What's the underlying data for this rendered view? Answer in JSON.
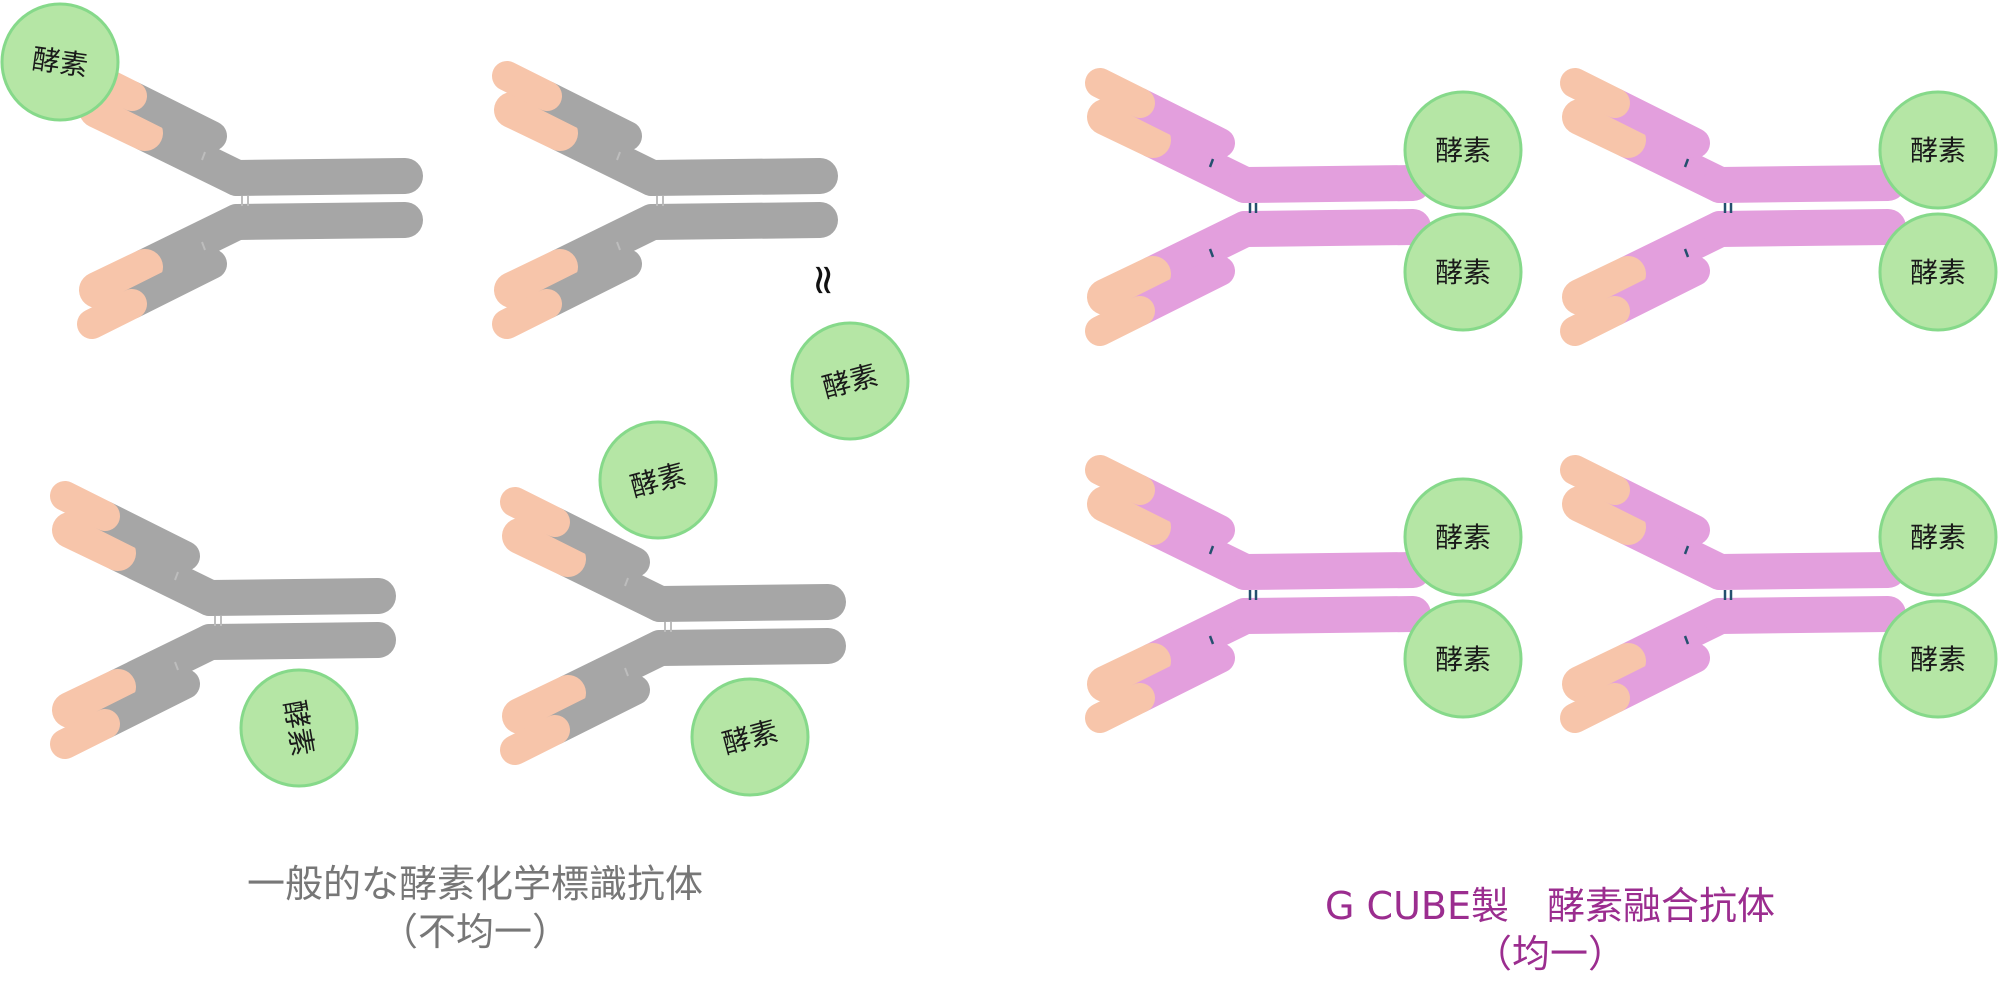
{
  "colors": {
    "heavy_gray": "#a6a6a6",
    "heavy_pink": "#e39fdd",
    "light_tip": "#f7c5aa",
    "enzyme_fill": "#b5e6a5",
    "enzyme_stroke": "#86d98a",
    "disulfide_gray": "#bdbdbd",
    "disulfide_blue": "#24506e",
    "caption_left": "#777777",
    "caption_right": "#9b2d8f"
  },
  "enzyme_label": "酵素",
  "squiggle": "≈",
  "captions": {
    "left": {
      "line1": "一般的な酵素化学標識抗体",
      "line2": "（不均一）"
    },
    "right": {
      "line1": "G CUBE製　酵素融合抗体",
      "line2": "（均一）"
    }
  },
  "panels": {
    "left": {
      "name": "heterogeneous",
      "antibody_count": 4,
      "enzyme_count": 5
    },
    "right": {
      "name": "homogeneous",
      "antibody_count": 4,
      "enzyme_count": 8
    }
  }
}
